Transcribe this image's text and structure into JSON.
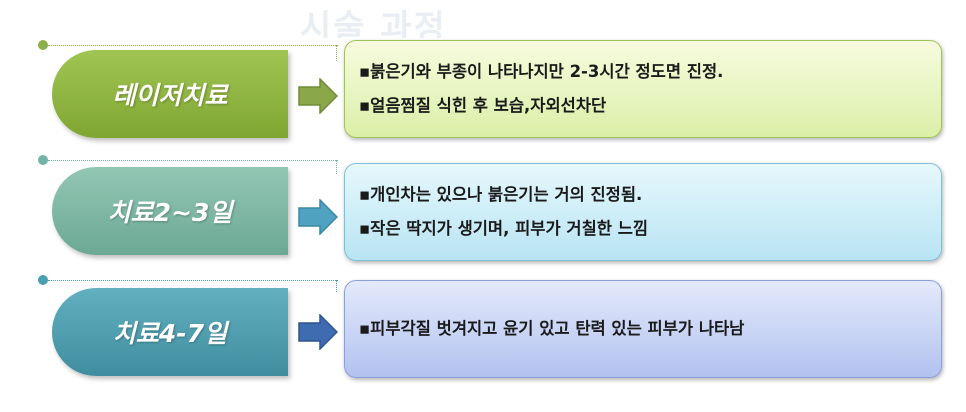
{
  "watermark": "시술 과정",
  "steps": [
    {
      "label": "레이저치료",
      "lines": [
        "▪붉은기와 부종이 나타나지만 2-3시간 정도면 진정.",
        "▪얼음찜질 식힌 후 보습,자외선차단"
      ],
      "colors": {
        "tab": "#8db43c",
        "box_top": "#f7fbdf",
        "box_bottom": "#dbefa8",
        "border": "#9fc25a",
        "arrow": "#8aa84a",
        "accent": "#8ab04a"
      }
    },
    {
      "label": "치료2~3일",
      "lines": [
        "▪개인차는 있으나 붉은기는 거의 진정됨.",
        "▪작은 딱지가 생기며, 피부가 거칠한 느낌"
      ],
      "colors": {
        "tab": "#7fb8a4",
        "box_top": "#e6f8fc",
        "box_bottom": "#b8e4f3",
        "border": "#7fc0d8",
        "arrow": "#4fa3c0",
        "accent": "#70b4a4"
      }
    },
    {
      "label": "치료4-7일",
      "lines": [
        "▪피부각질 벗겨지고 윤기 있고 탄력 있는 피부가 나타남"
      ],
      "colors": {
        "tab": "#4f9fb0",
        "box_top": "#e4eafc",
        "box_bottom": "#b2c2ef",
        "border": "#8aa1dc",
        "arrow": "#3f6bb1",
        "accent": "#4a9fb0"
      }
    }
  ]
}
